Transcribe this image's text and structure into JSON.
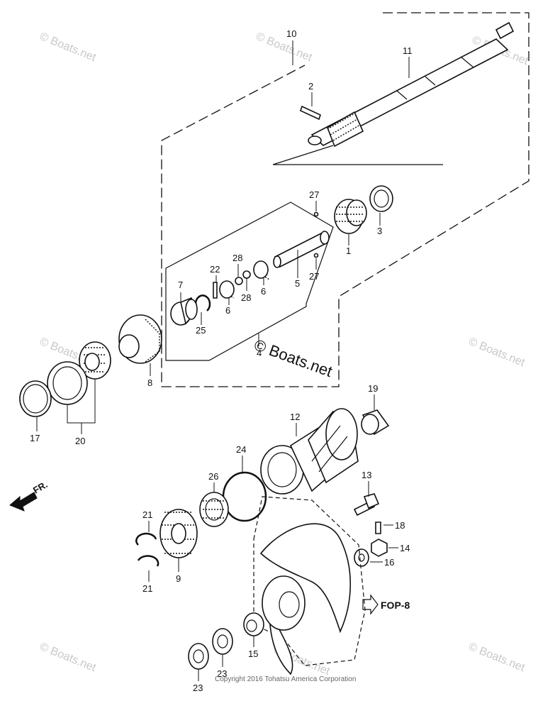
{
  "watermark": "© Boats.net",
  "center_watermark": "© Boats.net",
  "reference": "FOP-8",
  "front_arrow_label": "FR.",
  "copyright": "Copyright 2016 Tohatsu America Corporation",
  "callouts": {
    "c1": "1",
    "c2": "2",
    "c3": "3",
    "c4": "4",
    "c5": "5",
    "c6a": "6",
    "c6b": "6",
    "c7": "7",
    "c8": "8",
    "c9": "9",
    "c10": "10",
    "c11": "11",
    "c12": "12",
    "c13": "13",
    "c14": "14",
    "c15": "15",
    "c16": "16",
    "c17": "17",
    "c18": "18",
    "c19": "19",
    "c20": "20",
    "c21a": "21",
    "c21b": "21",
    "c22": "22",
    "c23a": "23",
    "c23b": "23",
    "c24": "24",
    "c25": "25",
    "c26": "26",
    "c27a": "27",
    "c27b": "27",
    "c28a": "28",
    "c28b": "28"
  }
}
